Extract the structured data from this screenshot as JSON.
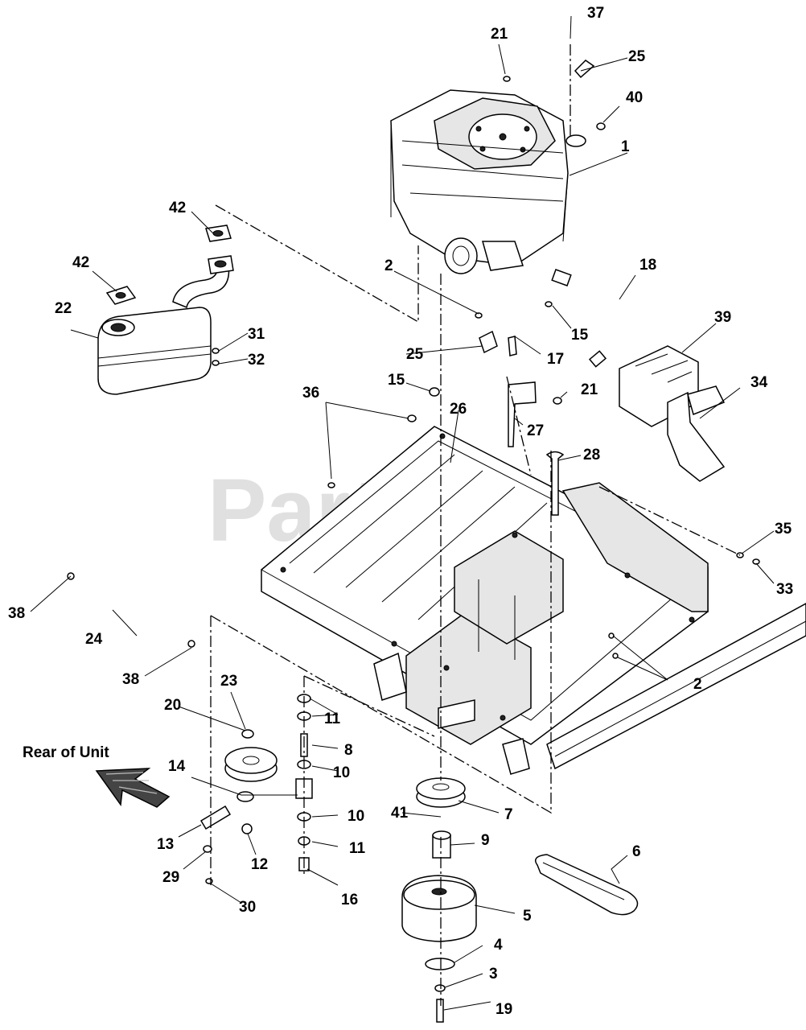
{
  "watermark": "PartsTree",
  "caption": {
    "rear_of_unit": "Rear of Unit"
  },
  "callouts": {
    "c1": "1",
    "c2a": "2",
    "c2b": "2",
    "c3": "3",
    "c4": "4",
    "c5": "5",
    "c6": "6",
    "c7": "7",
    "c8": "8",
    "c9": "9",
    "c10a": "10",
    "c10b": "10",
    "c11a": "11",
    "c11b": "11",
    "c12": "12",
    "c13": "13",
    "c14": "14",
    "c15a": "15",
    "c15b": "15",
    "c16": "16",
    "c17": "17",
    "c18": "18",
    "c19": "19",
    "c20": "20",
    "c21a": "21",
    "c21b": "21",
    "c22": "22",
    "c23": "23",
    "c24": "24",
    "c25a": "25",
    "c25b": "25",
    "c26": "26",
    "c27": "27",
    "c28": "28",
    "c29": "29",
    "c30": "30",
    "c31": "31",
    "c32": "32",
    "c33": "33",
    "c34": "34",
    "c35": "35",
    "c36": "36",
    "c37": "37",
    "c38a": "38",
    "c38b": "38",
    "c39": "39",
    "c40": "40",
    "c41": "41",
    "c42a": "42",
    "c42b": "42"
  }
}
